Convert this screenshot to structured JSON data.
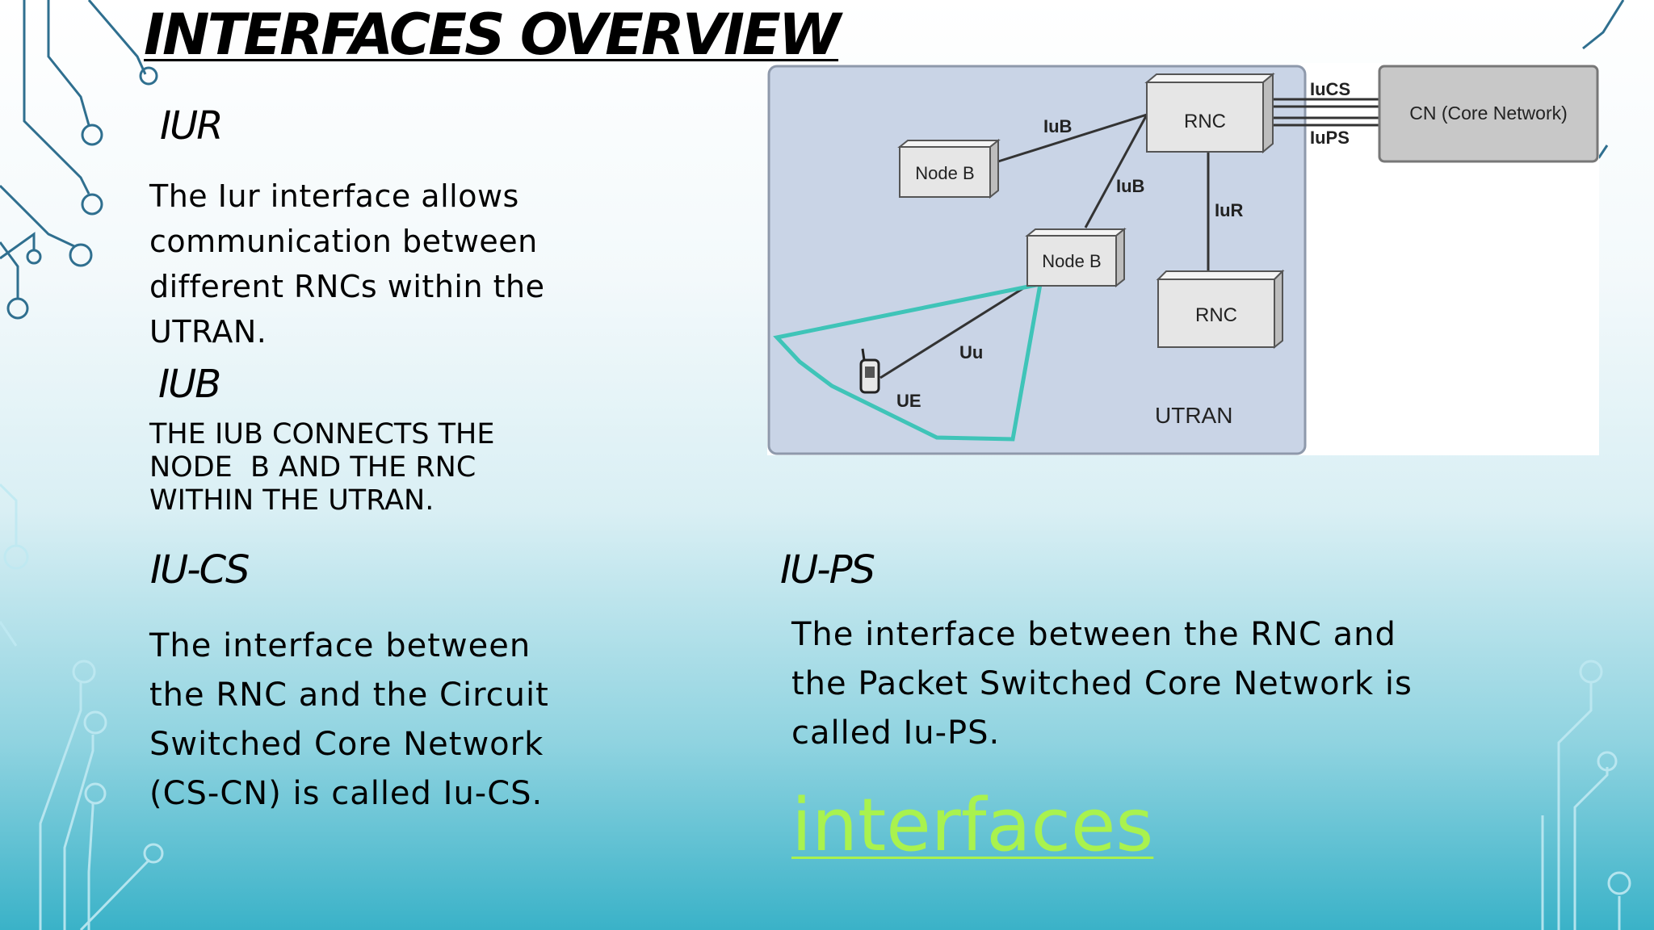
{
  "title": "INTERFACES OVERVIEW",
  "iur": {
    "heading": "IUR",
    "lines": [
      "The Iur interface allows",
      "communication between",
      "different RNCs within the",
      "UTRAN."
    ]
  },
  "iub": {
    "heading": "IUB",
    "lines": [
      "THE IUB CONNECTS THE",
      "NODE  B AND THE RNC",
      "WITHIN THE UTRAN."
    ]
  },
  "iucs": {
    "heading": "IU-CS",
    "lines": [
      "The interface between",
      "the RNC and the Circuit",
      "Switched Core Network",
      "(CS-CN) is called Iu-CS."
    ]
  },
  "iups": {
    "heading": "IU-PS",
    "lines": [
      "The interface between the RNC and",
      "the Packet Switched Core Network is",
      "called Iu-PS."
    ]
  },
  "link": {
    "label": "interfaces",
    "color": "#a9f24e"
  },
  "diagram": {
    "utran_label": "UTRAN",
    "cn_label": "CN (Core Network)",
    "rnc_label": "RNC",
    "node_b_label": "Node B",
    "ue_label": "UE",
    "links": {
      "iucs": "IuCS",
      "iups": "IuPS",
      "iub": "IuB",
      "iur": "IuR",
      "uu": "Uu"
    },
    "colors": {
      "utran_bg": "#c9d4e6",
      "box": "#e6e6e6",
      "cell": "#3fc4b8"
    }
  }
}
